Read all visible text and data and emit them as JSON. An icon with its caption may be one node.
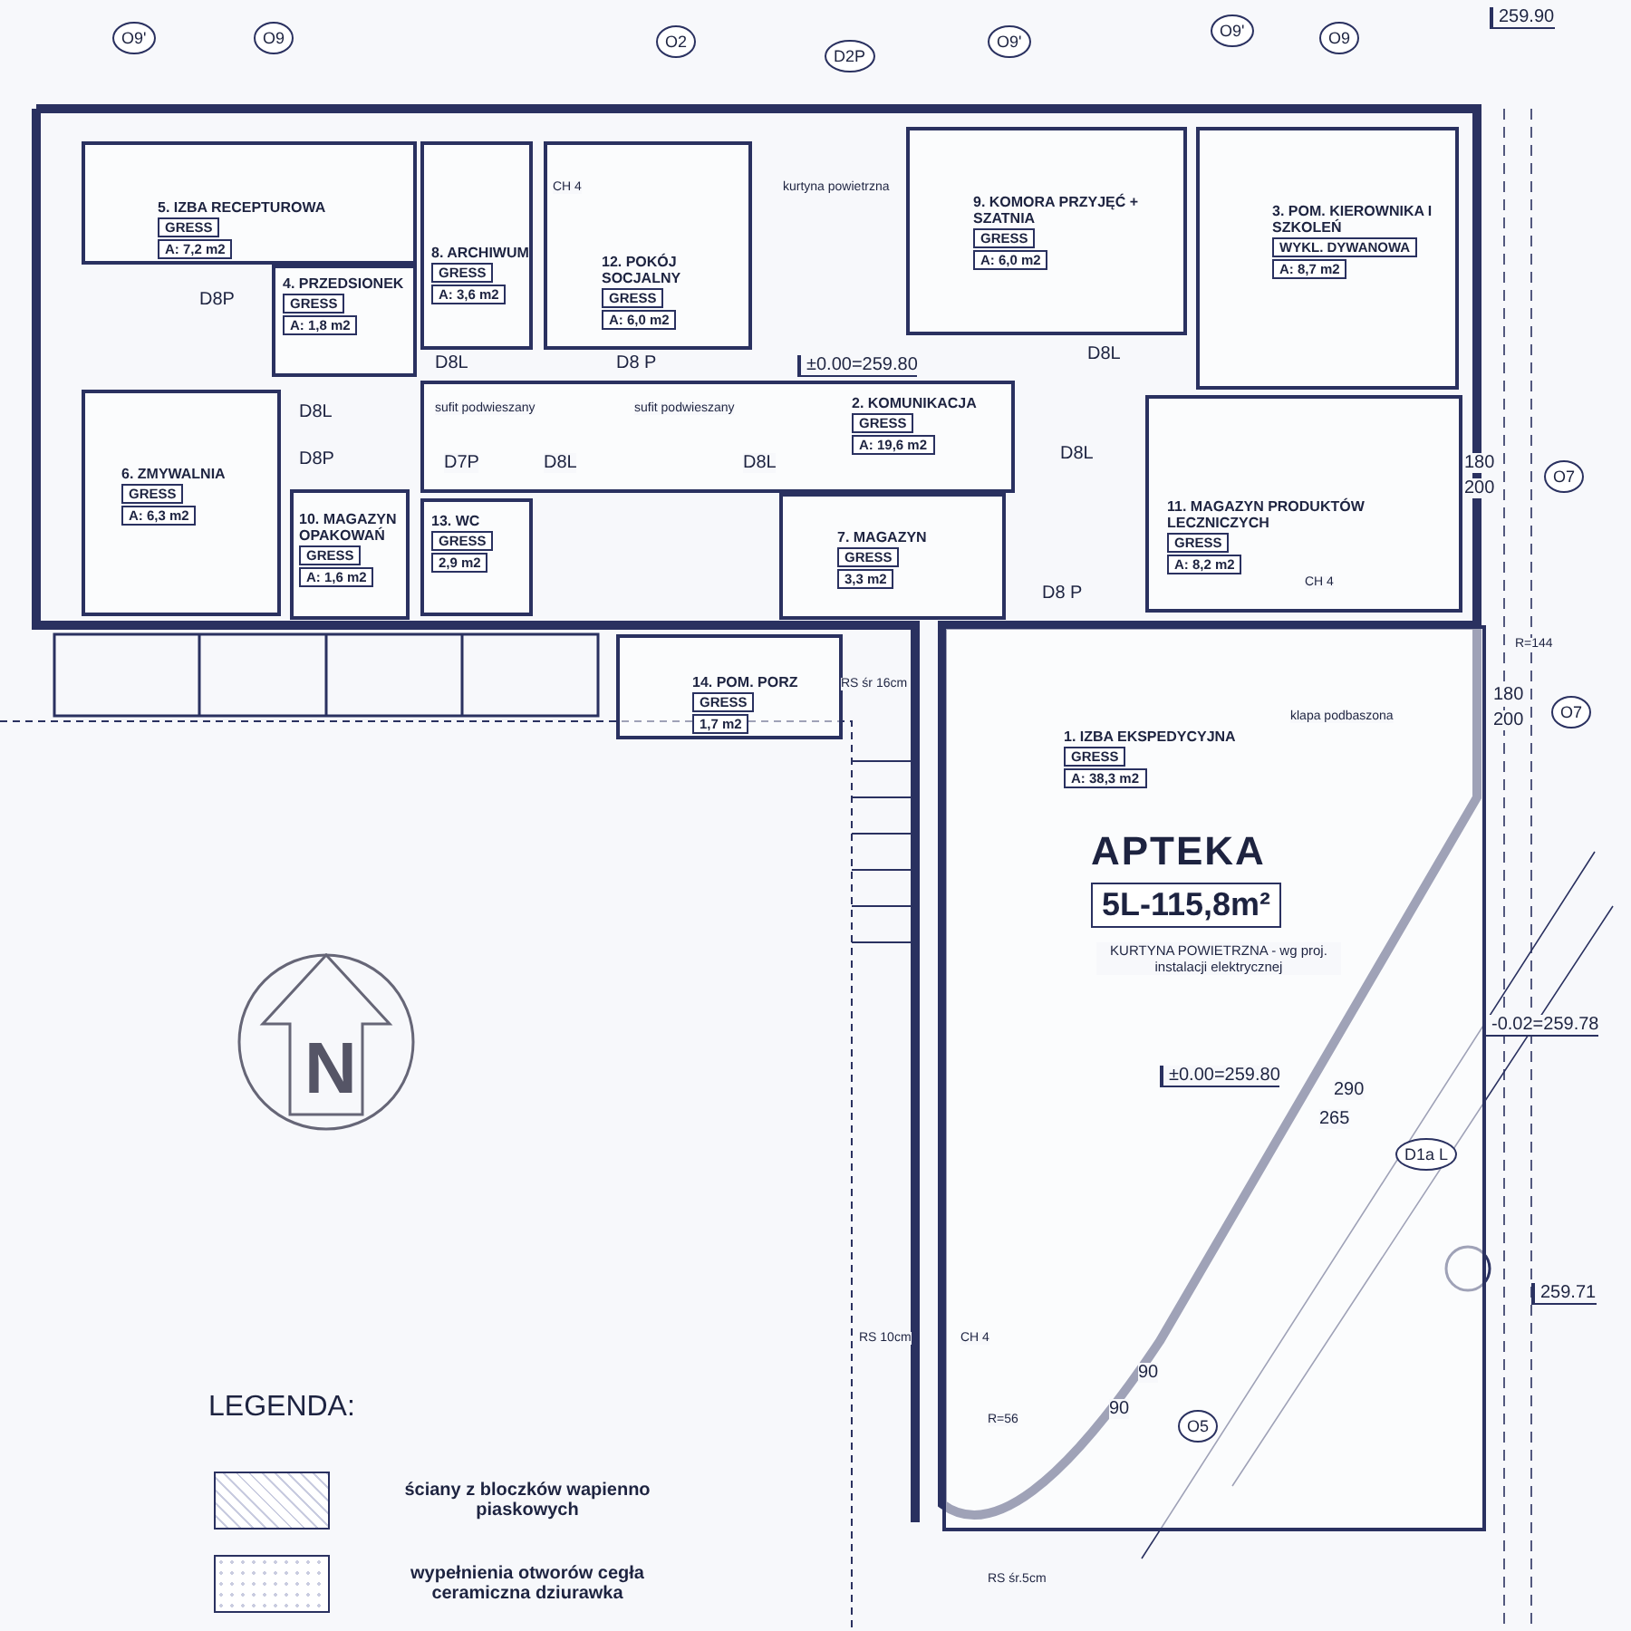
{
  "diagram": {
    "nodes": [
      {
        "text": [
          "5. IZBA RECEPTUROWA",
          "GRESS",
          "A: 7,2 m2"
        ]
      },
      {
        "text": [
          "4. PRZEDSIONEK",
          "GRESS",
          "A: 1,8 m2"
        ]
      },
      {
        "text": [
          "8. ARCHIWUM",
          "GRESS",
          "A: 3,6 m2"
        ]
      },
      {
        "text": [
          "12. POKÓJ SOCJALNY",
          "GRESS",
          "A: 6,0 m2"
        ]
      },
      {
        "text": [
          "9. KOMORA PRZYJĘĆ + SZATNIA",
          "GRESS",
          "A: 6,0 m2"
        ]
      },
      {
        "text": [
          "3. POM. KIEROWNIKA I SZKOLEŃ",
          "WYKL. DYWANOWA",
          "A: 8,7 m2"
        ]
      },
      {
        "text": [
          "6. ZMYWALNIA",
          "GRESS",
          "A: 6,3 m2"
        ]
      },
      {
        "text": [
          "10. MAGAZYN OPAKOWAŃ",
          "GRESS",
          "A: 1,6 m2"
        ]
      },
      {
        "text": [
          "13. WC",
          "GRESS",
          "2,9 m2"
        ]
      },
      {
        "text": [
          "2. KOMUNIKACJA",
          "GRESS",
          "A: 19,6 m2"
        ]
      },
      {
        "text": [
          "7. MAGAZYN",
          "GRESS",
          "3,3 m2"
        ]
      },
      {
        "text": [
          "11. MAGAZYN PRODUKTÓW LECZNICZYCH",
          "GRESS",
          "A: 8,2 m2"
        ]
      },
      {
        "text": [
          "14. POM. PORZ",
          "GRESS",
          "1,7 m2"
        ]
      },
      {
        "text": [
          "1. IZBA EKSPEDYCYJNA",
          "GRESS",
          "A: 38,3 m2"
        ]
      },
      {
        "text": [
          "APTEKA",
          "5L-115,8m²"
        ],
        "in": 13
      }
    ],
    "labels": [
      "O9'",
      "O9",
      "O2",
      "D2P",
      "O9'",
      "O9'",
      "O9",
      "259.90",
      "±0.00=259.80",
      "kurtyna powietrzna",
      "sufit podwieszany",
      "D7P",
      "D8L",
      "sufit podwieszany",
      "D8L",
      "D8L",
      "D8 P",
      "D8P",
      "D8L",
      "D8P",
      "CH 4",
      "D8L",
      "D8L",
      "D8 P",
      "CH 4",
      "klapa podbaszona",
      "KURTYNA POWIETRZNA - wg proj. instalacji elektrycznej",
      "RS śr 16cm",
      "RS 10cm",
      "CH 4",
      "RS śr.5cm",
      "R=144",
      "R=56",
      "-0.02=259.78",
      "259.71",
      "±0.00=259.80",
      "180",
      "200",
      "O7",
      "180",
      "200",
      "O7",
      "290",
      "265",
      "D1a L",
      "90",
      "90",
      "O5",
      "N",
      "LEGENDA:"
    ],
    "legend": [
      {
        "text": "ściany z bloczków wapienno piaskowych"
      },
      {
        "text": "wypełnienia otworów cegła ceramiczna dziurawka"
      }
    ]
  }
}
